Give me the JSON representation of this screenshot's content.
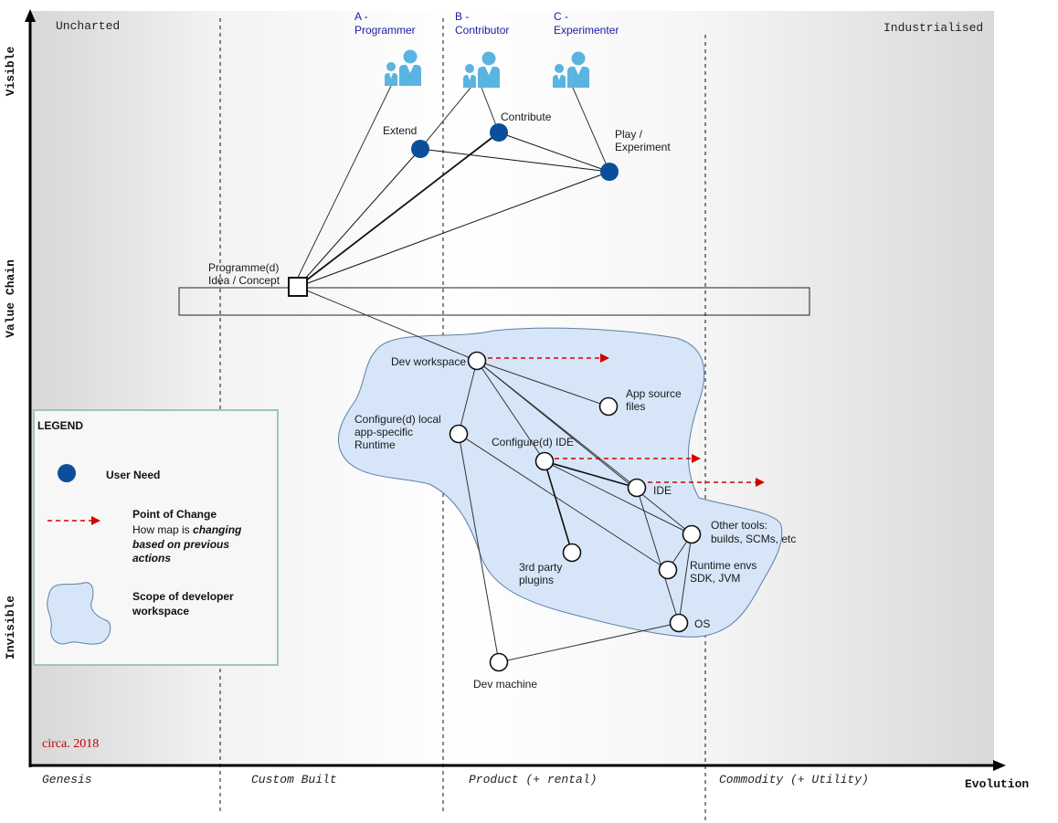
{
  "axes": {
    "y_label": "Value Chain",
    "y_top": "Visible",
    "y_bottom": "Invisible",
    "x_label": "Evolution",
    "corner_left": "Uncharted",
    "corner_right": "Industrialised"
  },
  "stages": [
    "Genesis",
    "Custom Built",
    "Product (+ rental)",
    "Commodity (+ Utility)"
  ],
  "roles": [
    {
      "letter": "A -",
      "name": "Programmer"
    },
    {
      "letter": "B -",
      "name": "Contributor"
    },
    {
      "letter": "C -",
      "name": "Experimenter"
    }
  ],
  "needs": [
    "Extend",
    "Contribute",
    "Play /",
    "Experiment"
  ],
  "components": {
    "concept": [
      "Programme(d)",
      "Idea / Concept"
    ],
    "dev_workspace": "Dev workspace",
    "app_source": [
      "App source",
      "files"
    ],
    "runtime": [
      "Configure(d) local",
      "app-specific",
      "Runtime"
    ],
    "configured_ide": "Configure(d) IDE",
    "ide": "IDE",
    "other_tools": [
      "Other tools:",
      "builds, SCMs, etc"
    ],
    "plugins": [
      "3rd party",
      "plugins"
    ],
    "runtime_envs": [
      "Runtime envs",
      "SDK, JVM"
    ],
    "os": "OS",
    "dev_machine": "Dev machine"
  },
  "legend": {
    "title": "LEGEND",
    "user_need": "User Need",
    "poc_title": "Point of Change",
    "poc_text_1": "How map is ",
    "poc_text_1b": "changing",
    "poc_text_2": "based on previous",
    "poc_text_3": "actions",
    "scope_1": "Scope of developer",
    "scope_2": "workspace"
  },
  "circa": "circa. 2018",
  "colors": {
    "need": "#0b4f9c",
    "user_icon": "#5ab4e0",
    "role_text": "#1a1aa6",
    "arrow": "#d00000",
    "scope_fill": "#d6e6f8",
    "scope_stroke": "#5d7ea8"
  }
}
